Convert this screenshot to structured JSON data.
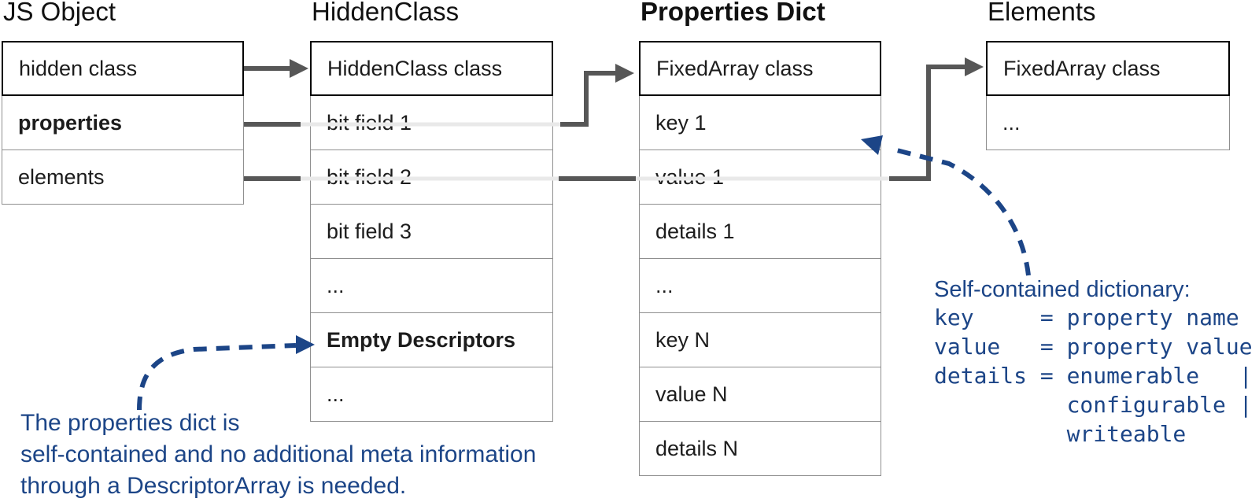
{
  "columns": [
    {
      "title": "JS Object",
      "rows": [
        {
          "text": "hidden class",
          "bold": false
        },
        {
          "text": "properties",
          "bold": true
        },
        {
          "text": "elements",
          "bold": false
        }
      ]
    },
    {
      "title": "HiddenClass",
      "rows": [
        {
          "text": "HiddenClass class",
          "bold": false
        },
        {
          "text": "bit field 1",
          "bold": false
        },
        {
          "text": "bit field 2",
          "bold": false
        },
        {
          "text": "bit field 3",
          "bold": false
        },
        {
          "text": "...",
          "bold": false
        },
        {
          "text": "Empty Descriptors",
          "bold": true
        },
        {
          "text": "...",
          "bold": false
        }
      ]
    },
    {
      "title": "Properties Dict",
      "rows": [
        {
          "text": "FixedArray class",
          "bold": false
        },
        {
          "text": "key 1",
          "bold": false
        },
        {
          "text": "value 1",
          "bold": false
        },
        {
          "text": "details 1",
          "bold": false
        },
        {
          "text": "...",
          "bold": false
        },
        {
          "text": "key N",
          "bold": false
        },
        {
          "text": "value N",
          "bold": false
        },
        {
          "text": "details N",
          "bold": false
        }
      ]
    },
    {
      "title": "Elements",
      "rows": [
        {
          "text": "FixedArray class",
          "bold": false
        },
        {
          "text": "...",
          "bold": false
        }
      ]
    }
  ],
  "annotations": {
    "left_note": {
      "line1": "The properties dict is",
      "line2": "self-contained and no additional meta information",
      "line3": "through a DescriptorArray is needed."
    },
    "right_note": {
      "heading": "Self-contained dictionary:",
      "code": "key     = property name\nvalue   = property value\ndetails = enumerable   |\n          configurable |\n          writeable"
    }
  },
  "colors": {
    "note_blue": "#1c4587",
    "arrow_gray": "#575757",
    "pass_through_line": "#e9e9e9",
    "row_border": "#8f8f8f",
    "header_border": "#000000"
  }
}
